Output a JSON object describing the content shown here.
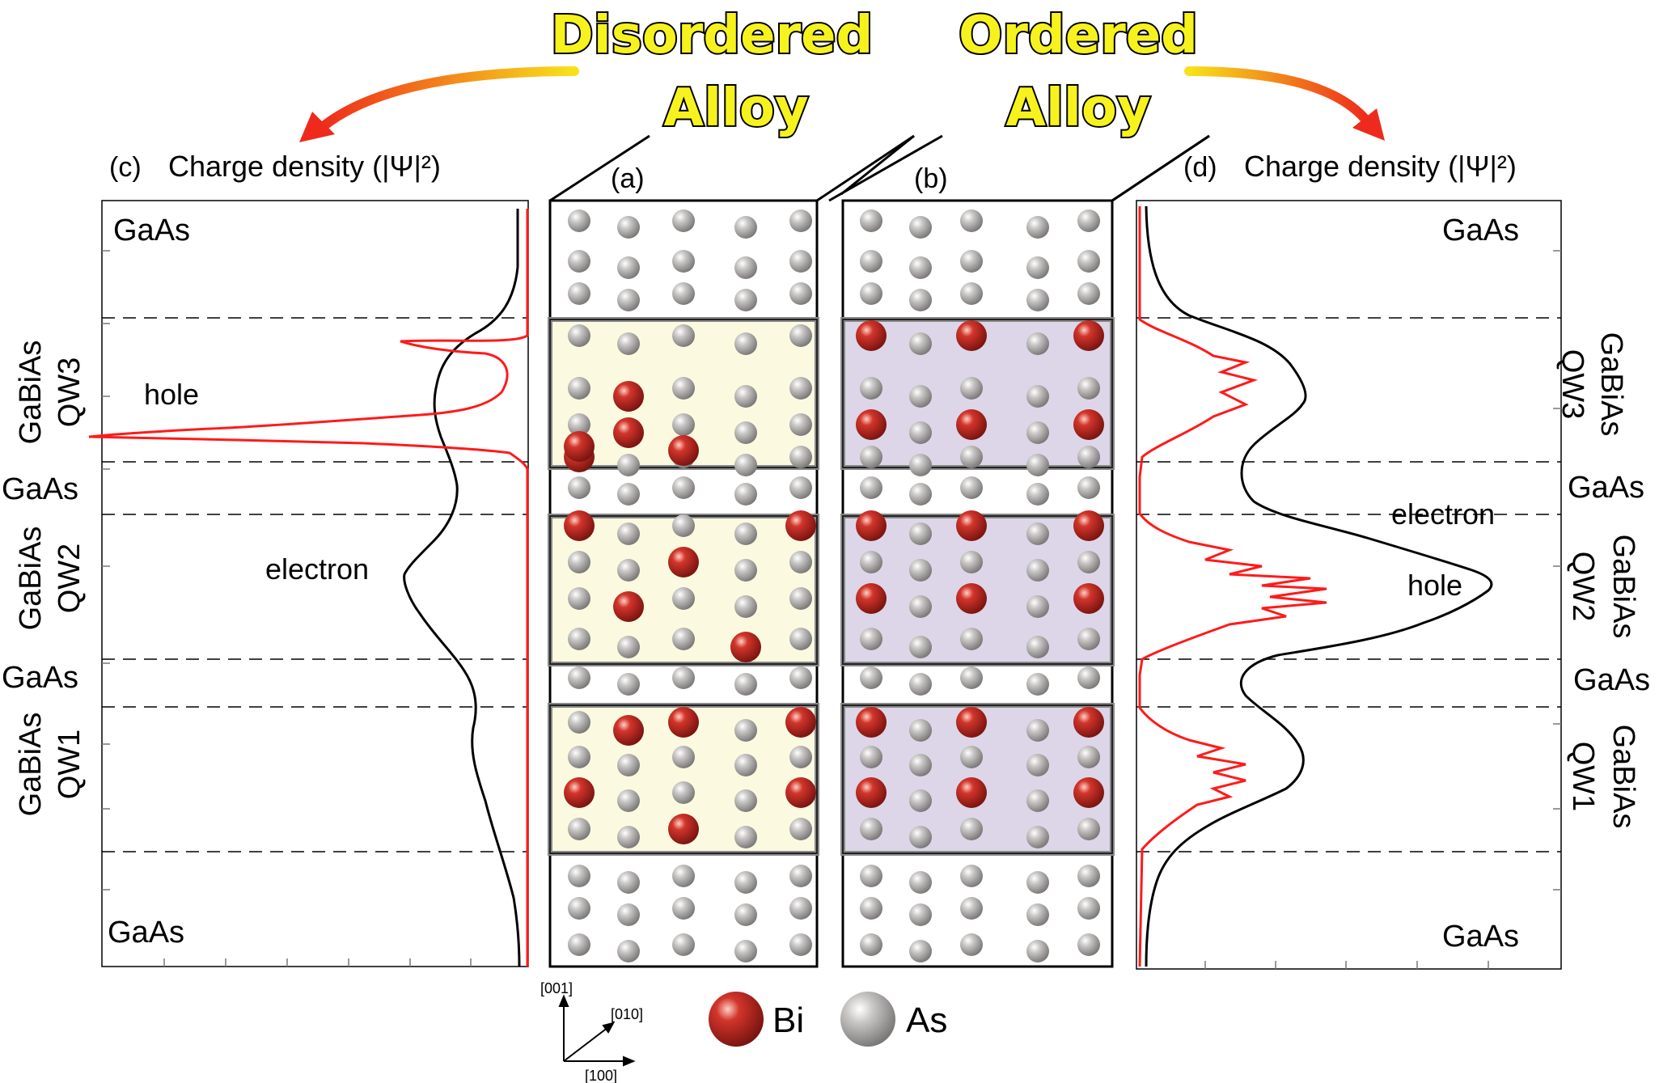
{
  "titles": {
    "disordered_line1": "Disordered",
    "disordered_line2": "Alloy",
    "ordered_line1": "Ordered",
    "ordered_line2": "Alloy"
  },
  "panels": {
    "a": "(a)",
    "b": "(b)",
    "c": "(c)",
    "d": "(d)",
    "c_title": "Charge density (|Ψ|²)",
    "d_title": "Charge density (|Ψ|²)"
  },
  "layers": {
    "gaas": "GaAs",
    "gabias": "GaBiAs",
    "qw1": "QW1",
    "qw2": "QW2",
    "qw3": "QW3"
  },
  "curves": {
    "hole": "hole",
    "electron": "electron"
  },
  "legend": {
    "bi": "Bi",
    "as": "As"
  },
  "axes": {
    "z": "[001]",
    "y": "[010]",
    "x": "[100]"
  },
  "colors": {
    "title_fill": "#f6f21e",
    "hole": "#ff1a1a",
    "electron": "#000000",
    "bi_atom": "#b8231d",
    "as_atom": "#a8a6a6",
    "disordered_qw_bg": "#fbfae0",
    "ordered_qw_bg": "#dcd6e8",
    "arrow_start": "#f7e21a",
    "arrow_end": "#ee2a1c"
  },
  "chart_data": [
    {
      "type": "line",
      "panel": "(c)",
      "title": "Charge density (|Ψ|²)",
      "description_note": "",
      "series": [
        {
          "name": "hole",
          "color": "#ff1a1a",
          "wells": [
            {
              "well": "QW3",
              "shape": "sharp peaks"
            }
          ]
        },
        {
          "name": "electron",
          "color": "#000000",
          "wells": [
            {
              "well": "QW3"
            },
            {
              "well": "QW2"
            },
            {
              "well": "QW1"
            }
          ]
        }
      ]
    },
    {
      "type": "line",
      "panel": "(d)",
      "title": "Charge density (|Ψ|²)",
      "series": [
        {
          "name": "hole",
          "color": "#ff1a1a",
          "wells": [
            {
              "well": "QW3"
            },
            {
              "well": "QW2"
            },
            {
              "well": "QW1"
            }
          ]
        },
        {
          "name": "electron",
          "color": "#000000",
          "wells": [
            {
              "well": "QW3"
            },
            {
              "well": "QW2"
            },
            {
              "well": "QW1"
            }
          ]
        }
      ]
    }
  ]
}
